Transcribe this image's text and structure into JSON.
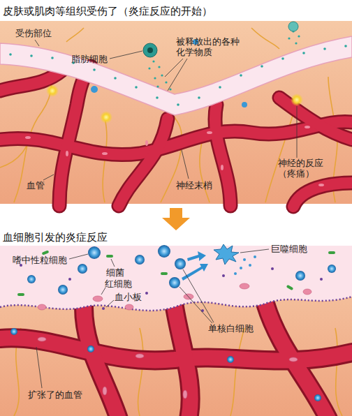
{
  "diagram": {
    "title": "皮肤或肌肉等组织受伤了（炎症反应的开始）",
    "labels": [
      "受伤部位",
      "脂肪细胞",
      "被释放出的各种 化学物质",
      "血管",
      "神经末梢",
      "神经的反应 （疼痛）",
      "血细胞引发的炎症反应",
      "嗜中性粒细胞",
      "细菌",
      "红细胞",
      "血小板",
      "巨噬细胞",
      "单核白细胞",
      "扩张了的血管"
    ]
  }
}
